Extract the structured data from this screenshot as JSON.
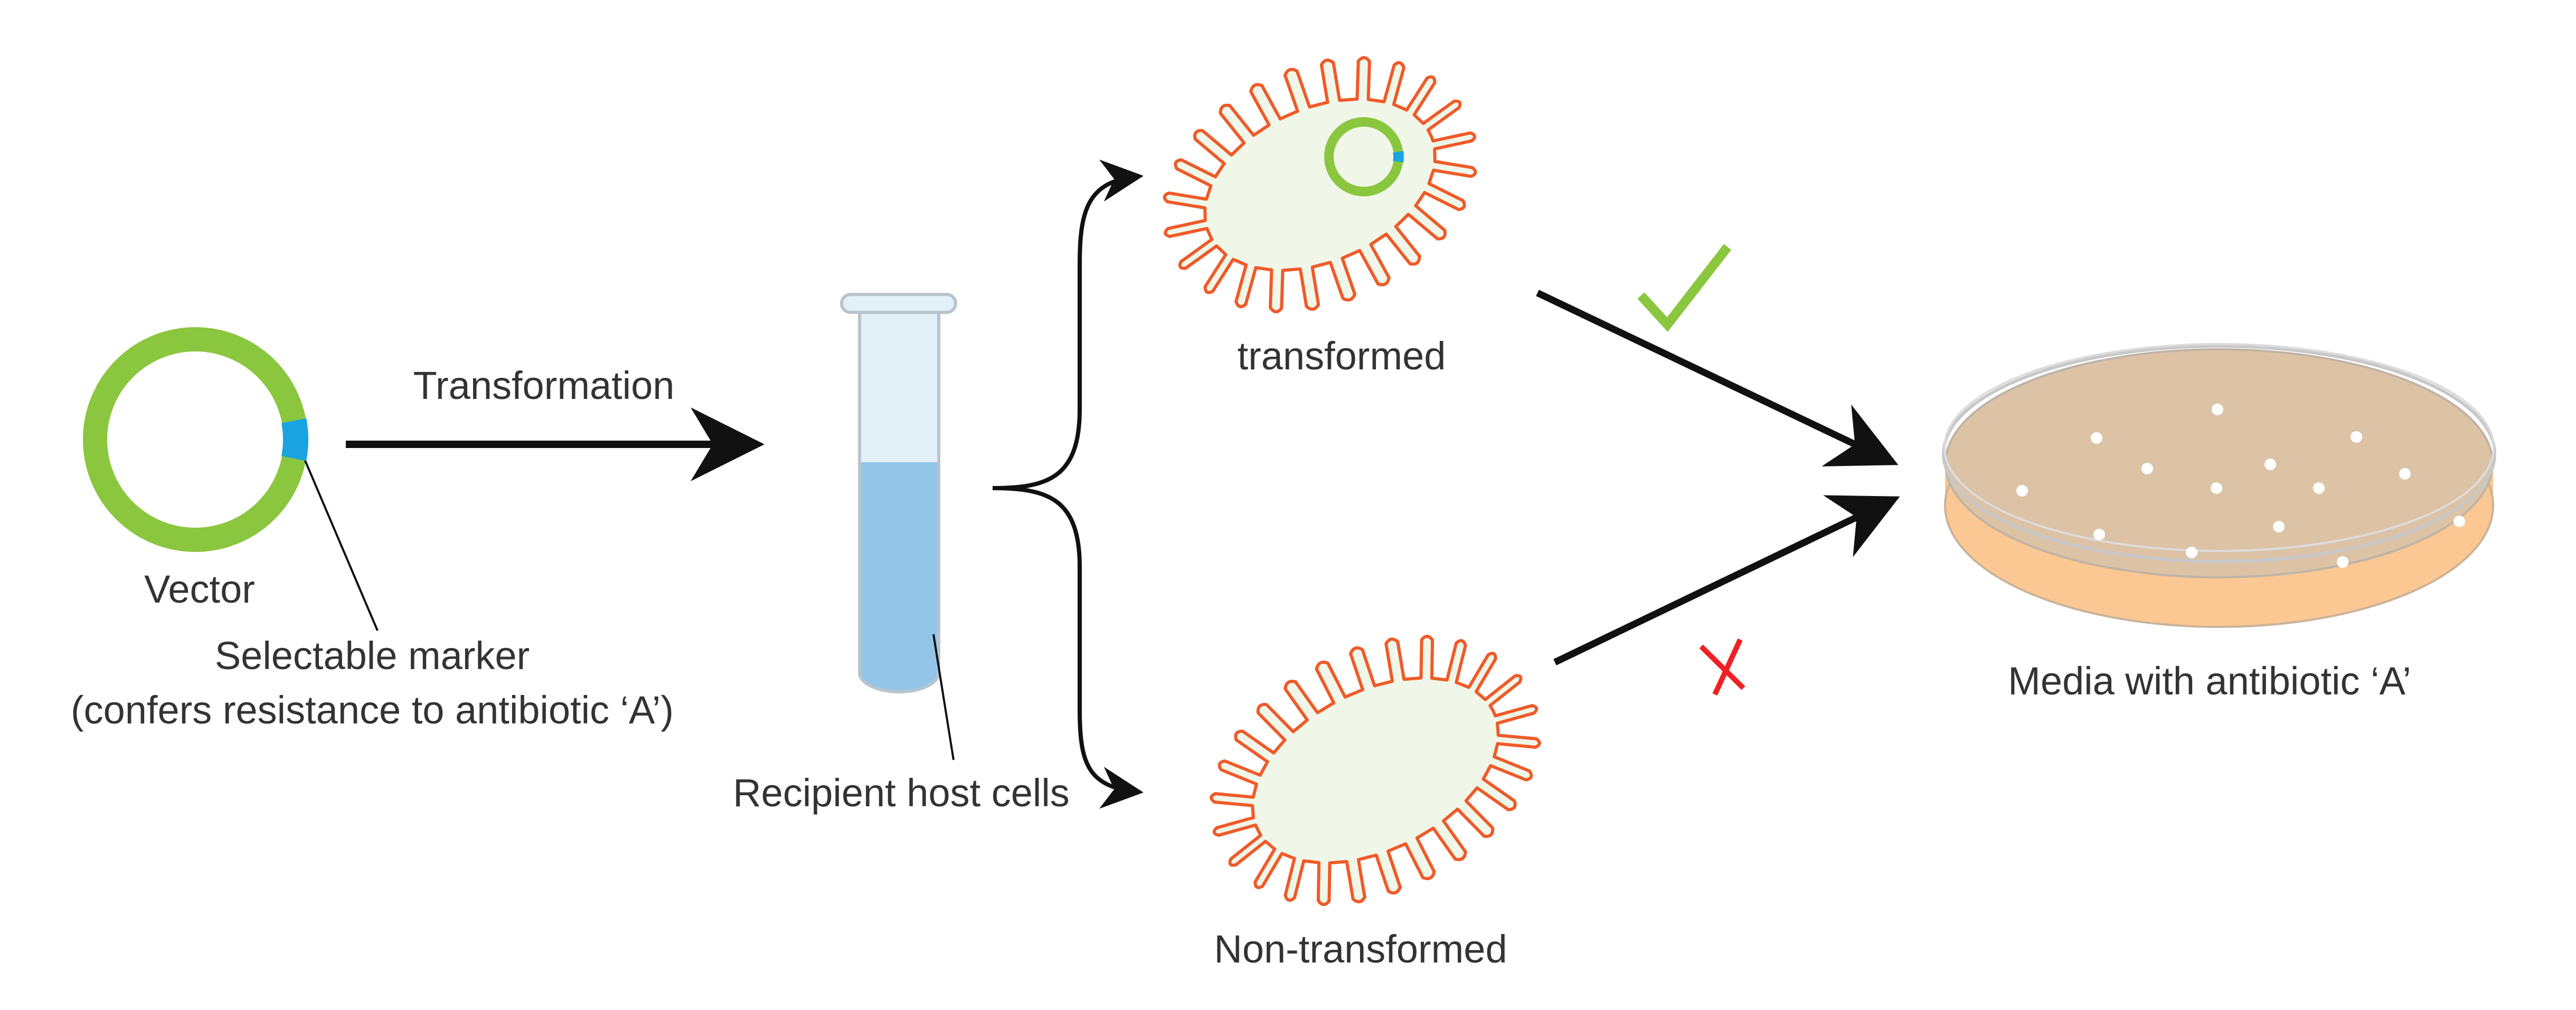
{
  "labels": {
    "transformation": "Transformation",
    "vector": "Vector",
    "marker_line1": "Selectable marker",
    "marker_line2": "(confers resistance to antibiotic ‘A’)",
    "host_cells": "Recipient host cells",
    "transformed": "transformed",
    "non_transformed": "Non-transformed",
    "media": "Media with antibiotic ‘A’"
  },
  "colors": {
    "plasmid": "#8bc63f",
    "marker": "#1aa3e0",
    "cell_outline": "#f05a28",
    "cell_fill": "#f0f6e8",
    "tube_liquid": "#92c5e8",
    "tube_glass": "#e4f0f8",
    "tube_outline": "#b9c4cc",
    "dish_agar": "#dcc3a6",
    "dish_base": "#fbc792",
    "colony": "#ffffff",
    "check": "#8bc63f",
    "cross": "#ee2024",
    "arrow": "#111111"
  },
  "icons": {
    "vector": "plasmid-ring-icon",
    "tube": "test-tube-icon",
    "transformed_cell": "bacterium-with-plasmid-icon",
    "non_transformed_cell": "bacterium-icon",
    "dish": "petri-dish-icon",
    "accepted": "check-mark-icon",
    "rejected": "cross-mark-icon"
  }
}
